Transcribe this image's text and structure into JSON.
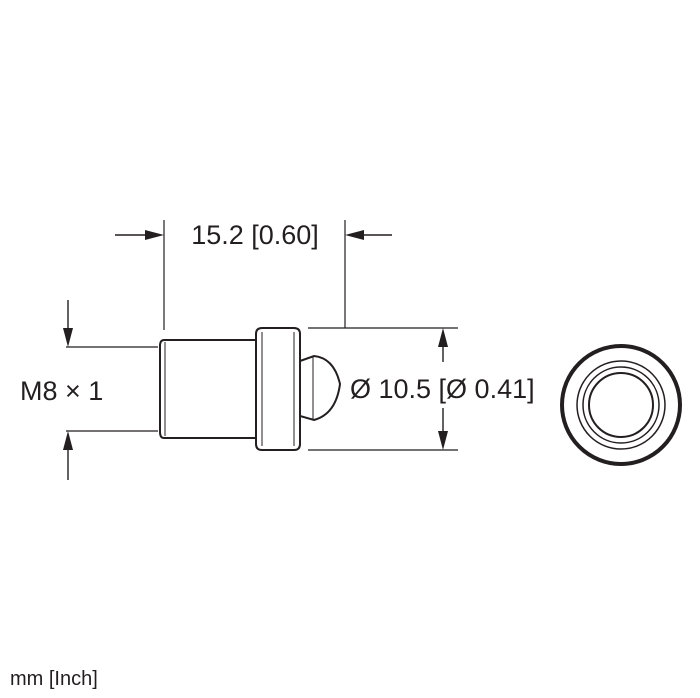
{
  "drawing": {
    "length_dim": "15.2 [0.60]",
    "diameter_dim": "Ø 10.5 [Ø 0.41]",
    "thread_dim": "M8 × 1",
    "units": "mm [Inch]"
  },
  "colors": {
    "line": "#231f20",
    "background": "#ffffff"
  }
}
